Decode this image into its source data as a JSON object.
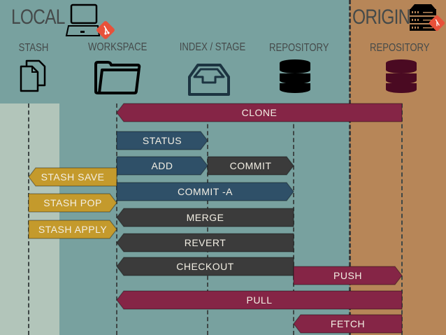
{
  "sections": {
    "local": {
      "title": "LOCAL"
    },
    "origin": {
      "title": "ORIGIN"
    }
  },
  "columns": [
    {
      "id": "stash",
      "label": "STASH",
      "icon": "documents-icon"
    },
    {
      "id": "workspace",
      "label": "WORKSPACE",
      "icon": "folder-icon"
    },
    {
      "id": "index",
      "label": "INDEX / STAGE",
      "icon": "inbox-tray-icon"
    },
    {
      "id": "repository",
      "label": "REPOSITORY",
      "icon": "database-icon"
    },
    {
      "id": "origin_repository",
      "label": "REPOSITORY",
      "icon": "database-icon"
    }
  ],
  "colors": {
    "local_bg": "#78a19f",
    "origin_bg": "#b78658",
    "stash_bg": "#b2c5ba",
    "remote_op": "#852546",
    "local_op": "#2f5068",
    "history_op": "#3b3b3b",
    "stash_op": "#c49a2c",
    "git_logo": "#e8513a"
  },
  "operations": [
    {
      "label": "CLONE",
      "from": "origin_repository",
      "to": "workspace",
      "direction": "left",
      "kind": "remote_op"
    },
    {
      "label": "STATUS",
      "from": "workspace",
      "to": "index",
      "direction": "right",
      "kind": "local_op"
    },
    {
      "label": "ADD",
      "from": "workspace",
      "to": "index",
      "direction": "right",
      "kind": "local_op"
    },
    {
      "label": "COMMIT",
      "from": "index",
      "to": "repository",
      "direction": "right",
      "kind": "history_op"
    },
    {
      "label": "STASH SAVE",
      "from": "workspace",
      "to": "stash",
      "direction": "left",
      "kind": "stash_op"
    },
    {
      "label": "COMMIT -A",
      "from": "workspace",
      "to": "repository",
      "direction": "right",
      "kind": "local_op"
    },
    {
      "label": "STASH POP",
      "from": "stash",
      "to": "workspace",
      "direction": "right",
      "kind": "stash_op"
    },
    {
      "label": "MERGE",
      "from": "repository",
      "to": "workspace",
      "direction": "left",
      "kind": "history_op"
    },
    {
      "label": "STASH APPLY",
      "from": "stash",
      "to": "workspace",
      "direction": "right",
      "kind": "stash_op"
    },
    {
      "label": "REVERT",
      "from": "repository",
      "to": "workspace",
      "direction": "left",
      "kind": "history_op"
    },
    {
      "label": "CHECKOUT",
      "from": "repository",
      "to": "workspace",
      "direction": "left",
      "kind": "history_op"
    },
    {
      "label": "PUSH",
      "from": "repository",
      "to": "origin_repository",
      "direction": "right",
      "kind": "remote_op"
    },
    {
      "label": "PULL",
      "from": "origin_repository",
      "to": "workspace",
      "direction": "left",
      "kind": "remote_op"
    },
    {
      "label": "FETCH",
      "from": "origin_repository",
      "to": "repository",
      "direction": "left",
      "kind": "remote_op"
    }
  ]
}
